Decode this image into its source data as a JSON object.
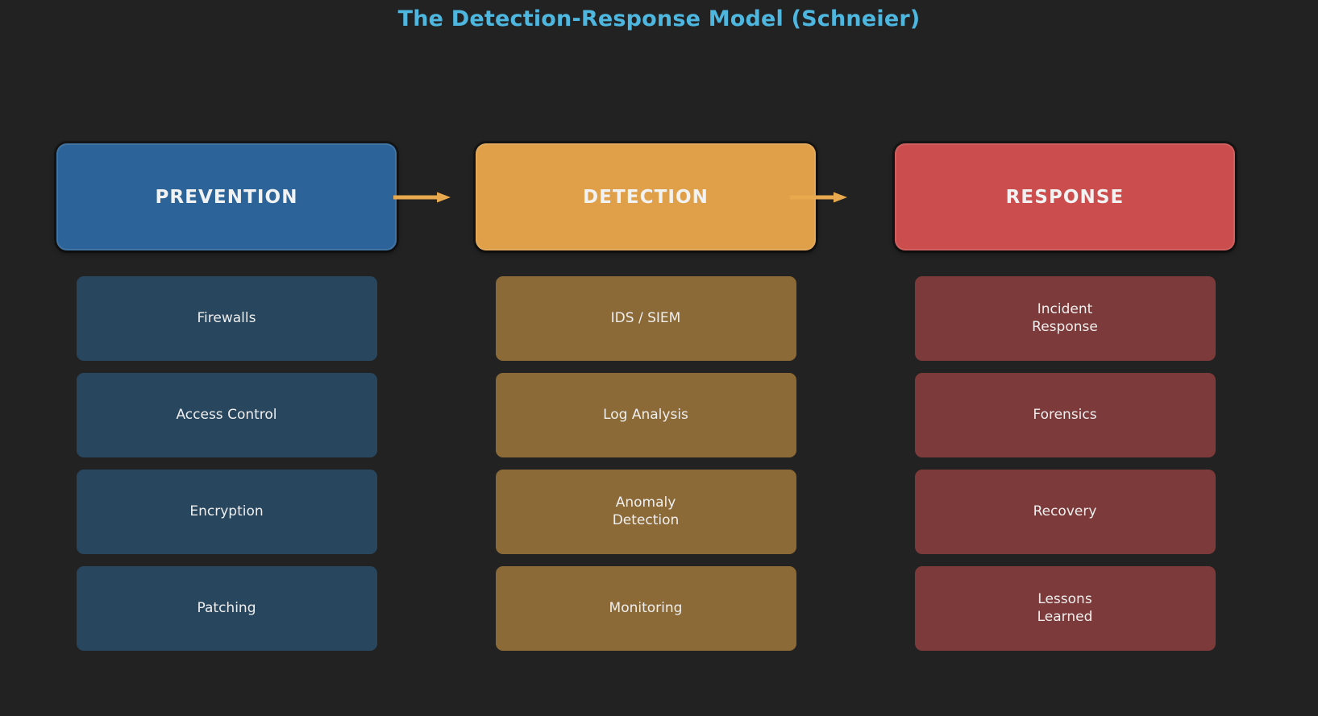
{
  "page": {
    "title": "The Detection-Response Model (Schneier)",
    "background_color": "#222222",
    "title_color": "#4db7e0"
  },
  "colors": {
    "prevention_header": "#2c6499",
    "detection_header": "#dfa049",
    "response_header": "#cb4d4d",
    "prevention_item": "#28465e",
    "detection_item": "#8c6a38",
    "response_item": "#7d3a3a",
    "arrow": "#e8a94f"
  },
  "diagram": {
    "type": "flow",
    "columns": [
      {
        "id": "prevention",
        "header": "PREVENTION",
        "items": [
          {
            "line1": "Firewalls",
            "line2": ""
          },
          {
            "line1": "Access Control",
            "line2": ""
          },
          {
            "line1": "Encryption",
            "line2": ""
          },
          {
            "line1": "Patching",
            "line2": ""
          }
        ]
      },
      {
        "id": "detection",
        "header": "DETECTION",
        "items": [
          {
            "line1": "IDS / SIEM",
            "line2": ""
          },
          {
            "line1": "Log Analysis",
            "line2": ""
          },
          {
            "line1": "Anomaly",
            "line2": "Detection"
          },
          {
            "line1": "Monitoring",
            "line2": ""
          }
        ]
      },
      {
        "id": "response",
        "header": "RESPONSE",
        "items": [
          {
            "line1": "Incident",
            "line2": "Response"
          },
          {
            "line1": "Forensics",
            "line2": ""
          },
          {
            "line1": "Recovery",
            "line2": ""
          },
          {
            "line1": "Lessons",
            "line2": "Learned"
          }
        ]
      }
    ],
    "arrows": [
      {
        "from": "prevention",
        "to": "detection"
      },
      {
        "from": "detection",
        "to": "response"
      }
    ]
  }
}
